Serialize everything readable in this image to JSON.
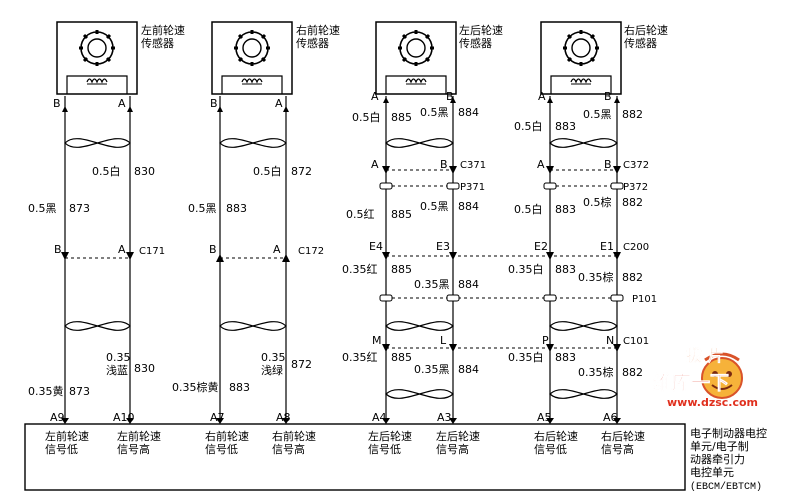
{
  "sensors": [
    {
      "name": "左前轮速传感器",
      "label_lines": [
        "左前轮速",
        "传感器"
      ],
      "pin_left": "B",
      "pin_right": "A"
    },
    {
      "name": "右前轮速传感器",
      "label_lines": [
        "右前轮速",
        "传感器"
      ],
      "pin_left": "B",
      "pin_right": "A"
    },
    {
      "name": "左后轮速传感器",
      "label_lines": [
        "左后轮速",
        "传感器"
      ],
      "pin_left": "A",
      "pin_right": "B"
    },
    {
      "name": "右后轮速传感器",
      "label_lines": [
        "右后轮速",
        "传感器"
      ],
      "pin_left": "A",
      "pin_right": "B"
    }
  ],
  "wire_labels": {
    "s1": {
      "w830": "0.5白",
      "n830": "830",
      "w873": "0.5黑",
      "n873": "873",
      "w830b1": "0.35",
      "w830b2": "浅蓝",
      "n830b": "830",
      "w873b": "0.35黄",
      "n873b": "873"
    },
    "s2": {
      "w872": "0.5白",
      "n872": "872",
      "w883": "0.5黑",
      "n883": "883",
      "w872b1": "0.35",
      "w872b2": "浅绿",
      "n872b": "872",
      "w883b": "0.35棕黄",
      "n883b": "883"
    },
    "s3": {
      "w885a": "0.5白",
      "n885a": "885",
      "w884a": "0.5黑",
      "n884a": "884",
      "w885b": "0.5红",
      "n885b": "885",
      "w884b": "0.5黑",
      "n884b": "884",
      "w885c": "0.35红",
      "n885c": "885",
      "w884c": "0.35黑",
      "n884c": "884",
      "w885d": "0.35红",
      "n885d": "885",
      "w884d": "0.35黑",
      "n884d": "884"
    },
    "s4": {
      "w883a": "0.5白",
      "n883a": "883",
      "w882a": "0.5黑",
      "n882a": "882",
      "w883b": "0.5白",
      "n883b": "883",
      "w882b": "0.5棕",
      "n882b": "882",
      "w883c": "0.35白",
      "n883c": "883",
      "w882c": "0.35棕",
      "n882c": "882",
      "w883d": "0.35白",
      "n883d": "883",
      "w882d": "0.35棕",
      "n882d": "882"
    }
  },
  "pins": {
    "s1_c171_left": "B",
    "s1_c171_right": "A",
    "s2_c172_left": "B",
    "s2_c172_right": "A",
    "s3_c371_left": "A",
    "s3_c371_right": "B",
    "s4_c372_left": "A",
    "s4_c372_right": "B",
    "s3_c200_left": "E4",
    "s3_c200_right": "E3",
    "s4_c200_left": "E2",
    "s4_c200_right": "E1",
    "s3_c101_left": "M",
    "s3_c101_right": "L",
    "s4_c101_left": "P",
    "s4_c101_right": "N"
  },
  "connectors": {
    "c171": "C171",
    "c172": "C172",
    "c371": "C371",
    "c372": "C372",
    "p371": "P371",
    "p372": "P372",
    "c200": "C200",
    "p101": "P101",
    "c101": "C101"
  },
  "module_pins": [
    "A9",
    "A10",
    "A7",
    "A8",
    "A4",
    "A3",
    "A5",
    "A6"
  ],
  "signal_labels": [
    [
      "左前轮速",
      "信号低"
    ],
    [
      "左前轮速",
      "信号高"
    ],
    [
      "右前轮速",
      "信号低"
    ],
    [
      "右前轮速",
      "信号高"
    ],
    [
      "左后轮速",
      "信号低"
    ],
    [
      "左后轮速",
      "信号高"
    ],
    [
      "右后轮速",
      "信号低"
    ],
    [
      "右后轮速",
      "信号高"
    ]
  ],
  "module_title_lines": [
    "电子制动器电控",
    "单元/电子制",
    "动器牵引力",
    "电控单元",
    "(EBCM/EBTCM)"
  ],
  "watermark": {
    "logo_text": "拔 片",
    "brand": "维库一下",
    "url": "www.dzsc.com"
  }
}
